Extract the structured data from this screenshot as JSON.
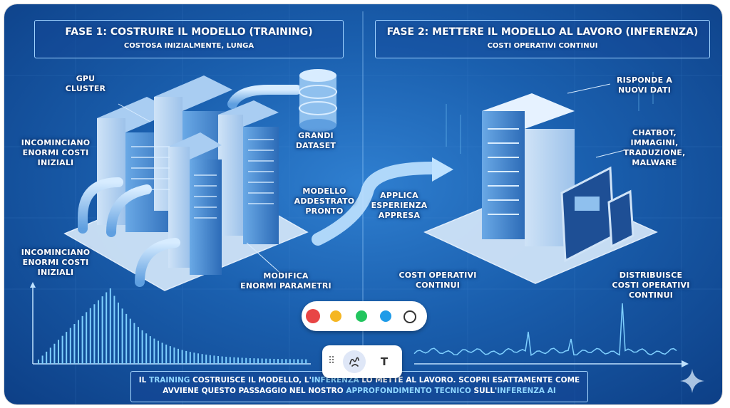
{
  "panel1": {
    "title": "FASE 1: COSTRUIRE IL MODELLO (TRAINING)",
    "subtitle": "COSTOSA INIZIALMENTE, LUNGA"
  },
  "panel2": {
    "title": "FASE 2: METTERE IL MODELLO AL LAVORO (INFERENZA)",
    "subtitle": "COSTI OPERATIVI CONTINUI"
  },
  "labels": {
    "gpu_cluster": [
      "GPU",
      "CLUSTER"
    ],
    "grandi_dataset": [
      "GRANDI",
      "DATASET"
    ],
    "costi_iniziali_top": [
      "INCOMINCIANO",
      "ENORMI COSTI",
      "INIZIALI"
    ],
    "costi_iniziali_chart": [
      "INCOMINCIANO",
      "ENORMI COSTI",
      "INIZIALI"
    ],
    "modello_pronto": [
      "MODELLO",
      "ADDESTRATO",
      "PRONTO"
    ],
    "applica": [
      "APPLICA",
      "ESPERIENZA",
      "APPRESA"
    ],
    "modifica": [
      "MODIFICA",
      "ENORMI PARAMETRI"
    ],
    "risponde": [
      "RISPONDE A",
      "NUOVI DATI"
    ],
    "usi": [
      "CHATBOT,",
      "IMMAGINI,",
      "TRADUZIONE,",
      "MALWARE"
    ],
    "costi_continui": [
      "COSTI OPERATIVI",
      "CONTINUI"
    ],
    "distribuisce": [
      "DISTRIBUISCE",
      "COSTI OPERATIVI",
      "CONTINUI"
    ]
  },
  "caption": {
    "line1_a": "IL ",
    "line1_training": "TRAINING",
    "line1_b": " COSTRUISCE IL MODELLO, L'",
    "line1_inferenza": "INFERENZA",
    "line1_c": " LO METTE AL LAVORO. SCOPRI ESATTAMENTE COME",
    "line2_a": "AVVIENE QUESTO PASSAGGIO NEL NOSTRO ",
    "line2_link": "APPROFONDIMENTO TECNICO",
    "line2_b": " SULL'",
    "line2_inferenza": "INFERENZA AI"
  },
  "color_picker": {
    "colors": [
      "#e84545",
      "#f5b623",
      "#22c55e",
      "#1e9be8",
      "#ffffff"
    ],
    "names": [
      "red",
      "yellow",
      "green",
      "blue",
      "white"
    ]
  },
  "toolbar": {
    "text_tool": "T",
    "icons": [
      "drag-handle-icon",
      "draw-icon"
    ]
  },
  "colors": {
    "background": "#1a5fae",
    "accent": "#8fd6ff",
    "line": "#9fd2ff"
  }
}
